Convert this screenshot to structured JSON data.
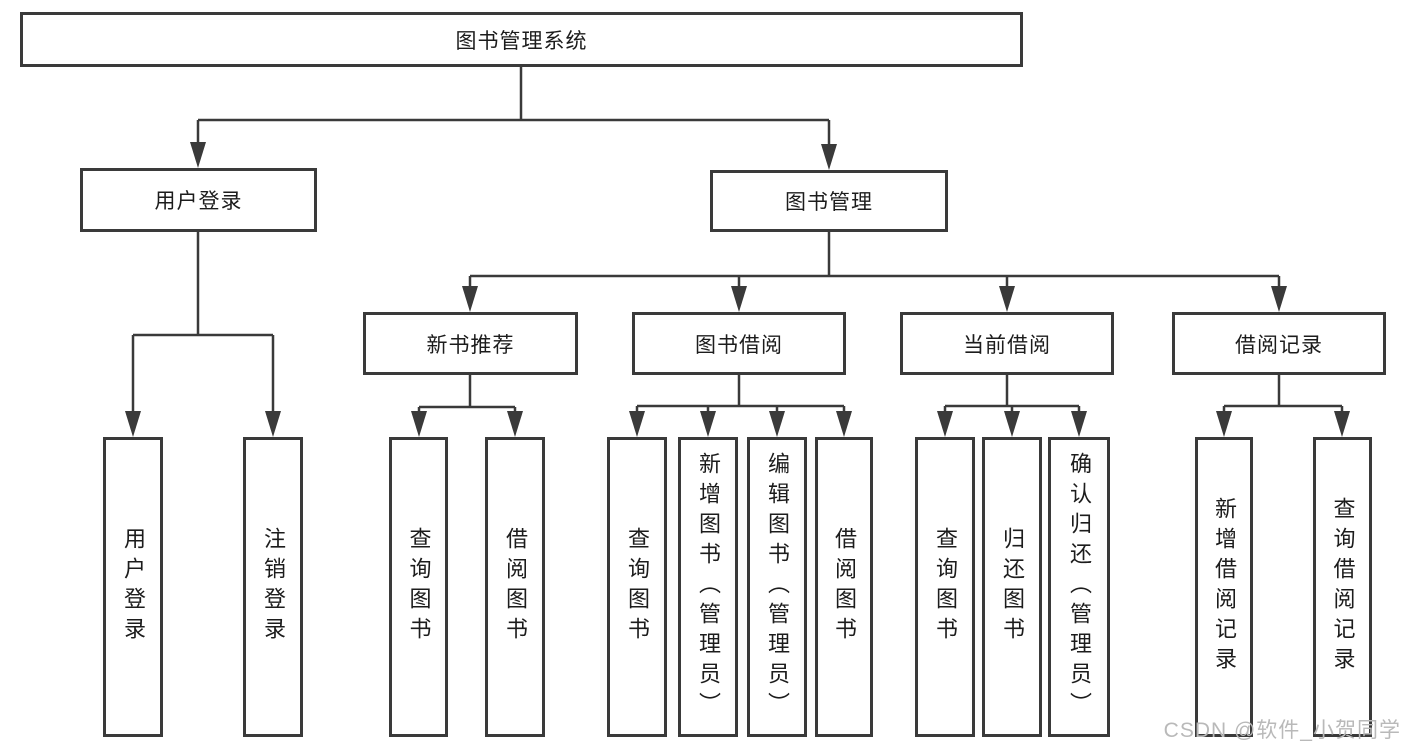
{
  "diagram": {
    "type": "hierarchy-tree",
    "colors": {
      "line": "#3a3a3a",
      "box_border": "#3a3a3a",
      "box_fill": "#ffffff",
      "text": "#1c1c1c",
      "background": "#ffffff",
      "watermark": "#b9b9b9"
    }
  },
  "tree": {
    "label": "图书管理系统",
    "children": [
      {
        "label": "用户登录",
        "children": [
          {
            "label": "用户登录"
          },
          {
            "label": "注销登录"
          }
        ]
      },
      {
        "label": "图书管理",
        "children": [
          {
            "label": "新书推荐",
            "children": [
              {
                "label": "查询图书"
              },
              {
                "label": "借阅图书"
              }
            ]
          },
          {
            "label": "图书借阅",
            "children": [
              {
                "label": "查询图书"
              },
              {
                "label": "新增图书（管理员）"
              },
              {
                "label": "编辑图书（管理员）"
              },
              {
                "label": "借阅图书"
              }
            ]
          },
          {
            "label": "当前借阅",
            "children": [
              {
                "label": "查询图书"
              },
              {
                "label": "归还图书"
              },
              {
                "label": "确认归还（管理员）"
              }
            ]
          },
          {
            "label": "借阅记录",
            "children": [
              {
                "label": "新增借阅记录"
              },
              {
                "label": "查询借阅记录"
              }
            ]
          }
        ]
      }
    ]
  },
  "watermark": {
    "text": "CSDN @软件_小贺同学"
  }
}
